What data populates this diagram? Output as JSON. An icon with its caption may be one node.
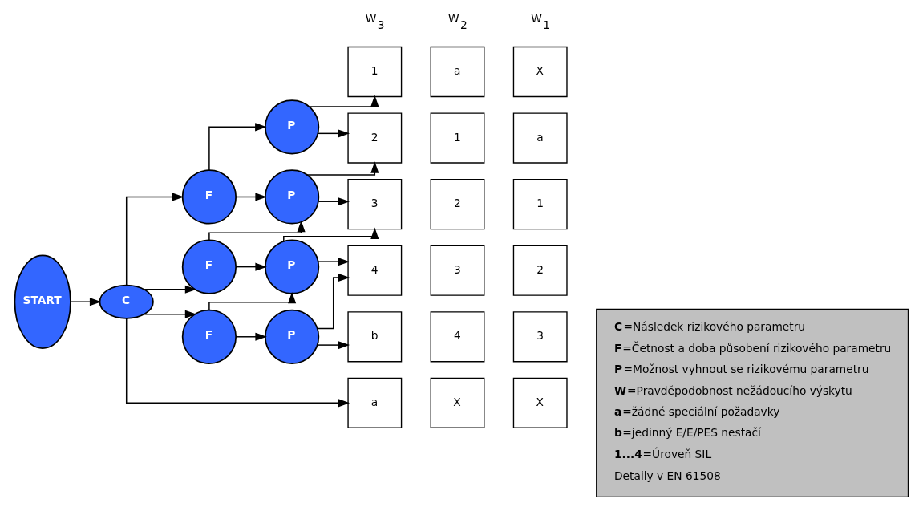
{
  "diagram": {
    "nodes": [
      {
        "text": [
          "START"
        ]
      },
      {
        "text": [
          "C"
        ]
      },
      {
        "text": [
          "F"
        ]
      },
      {
        "text": [
          "F"
        ]
      },
      {
        "text": [
          "F"
        ]
      },
      {
        "text": [
          "P"
        ]
      },
      {
        "text": [
          "P"
        ]
      },
      {
        "text": [
          "P"
        ]
      },
      {
        "text": [
          "P"
        ]
      },
      {
        "text": [
          "a"
        ]
      },
      {
        "text": [
          "X"
        ]
      },
      {
        "text": [
          "X"
        ]
      },
      {
        "text": [
          "1"
        ]
      },
      {
        "text": [
          "a"
        ]
      },
      {
        "text": [
          "X"
        ]
      },
      {
        "text": [
          "2"
        ]
      },
      {
        "text": [
          "1"
        ]
      },
      {
        "text": [
          "a"
        ]
      },
      {
        "text": [
          "3"
        ]
      },
      {
        "text": [
          "2"
        ]
      },
      {
        "text": [
          "1"
        ]
      },
      {
        "text": [
          "4"
        ]
      },
      {
        "text": [
          "3"
        ]
      },
      {
        "text": [
          "2"
        ]
      },
      {
        "text": [
          "b"
        ]
      },
      {
        "text": [
          "4"
        ]
      },
      {
        "text": [
          "3"
        ]
      },
      {
        "text": [
          "**C**=Následek rizikového parametru",
          "**F**=Četnost a doba působení rizikového parametru",
          "**P**=Možnost vyhnout se rizikovému parametru",
          "**W**=Pravděpodobnost nežádoucího výskytu",
          "**a**=žádné speciální požadavky",
          "**b**=jedinný E/E/PES nestačí",
          "**1...4**=Úroveň SIL",
          "Detaily v EN 61508"
        ]
      }
    ],
    "edges": [
      {
        "from": 0,
        "to": 1,
        "arrow": "to"
      },
      {
        "from": 1,
        "to": 9,
        "arrow": "to"
      },
      {
        "from": 1,
        "to": 2,
        "arrow": "to"
      },
      {
        "from": 1,
        "to": 3,
        "arrow": "to"
      },
      {
        "from": 1,
        "to": 4,
        "arrow": "to"
      },
      {
        "from": 2,
        "to": 5,
        "arrow": "to"
      },
      {
        "from": 2,
        "to": 6,
        "arrow": "to"
      },
      {
        "from": 3,
        "to": 6,
        "arrow": "to"
      },
      {
        "from": 3,
        "to": 7,
        "arrow": "to"
      },
      {
        "from": 4,
        "to": 7,
        "arrow": "to"
      },
      {
        "from": 4,
        "to": 8,
        "arrow": "to"
      },
      {
        "from": 5,
        "to": 12,
        "arrow": "to"
      },
      {
        "from": 5,
        "to": 15,
        "arrow": "to"
      },
      {
        "from": 6,
        "to": 15,
        "arrow": "to"
      },
      {
        "from": 6,
        "to": 18,
        "arrow": "to"
      },
      {
        "from": 7,
        "to": 18,
        "arrow": "to"
      },
      {
        "from": 7,
        "to": 21,
        "arrow": "to"
      },
      {
        "from": 8,
        "to": 21,
        "arrow": "to"
      },
      {
        "from": 8,
        "to": 24,
        "arrow": "to"
      }
    ],
    "labels": [
      "W$_{3}$",
      "W$_{2}$",
      "W$_{1}$"
    ]
  }
}
